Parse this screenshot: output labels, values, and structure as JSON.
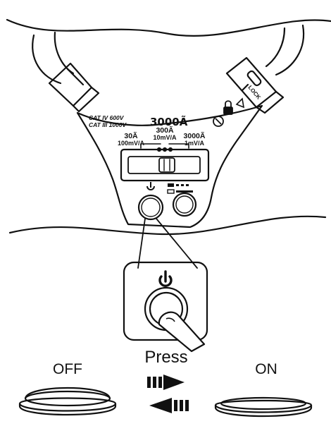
{
  "clamp": {
    "cat_line1": "CAT IV 600V",
    "cat_line2": "CAT III 1000V",
    "max_range": "3000Ã",
    "lock_label": "LOCK"
  },
  "range_switch": {
    "left": {
      "range": "30Ã",
      "sensitivity": "100mV/A"
    },
    "middle": {
      "range": "300Ã",
      "sensitivity": "10mV/A"
    },
    "right": {
      "range": "3000Ã",
      "sensitivity": "1mV/A"
    }
  },
  "instruction": {
    "off_label": "OFF",
    "press_label": "Press",
    "on_label": "ON"
  }
}
